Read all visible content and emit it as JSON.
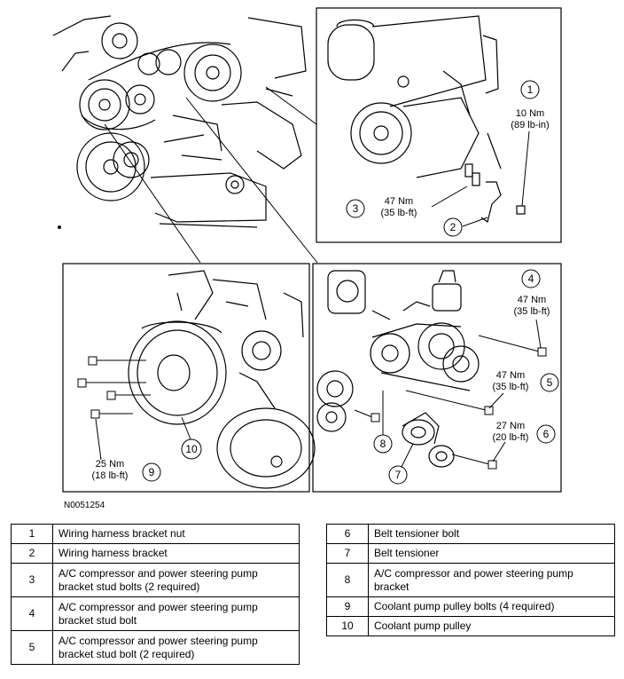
{
  "figure_code": "N0051254",
  "callouts": [
    {
      "num": "1",
      "torque_nm": "10 Nm",
      "torque_imp": "(89 lb-in)"
    },
    {
      "num": "3",
      "torque_nm": "47 Nm",
      "torque_imp": "(35 lb-ft)"
    },
    {
      "num": "2"
    },
    {
      "num": "4",
      "torque_nm": "47 Nm",
      "torque_imp": "(35 lb-ft)"
    },
    {
      "num": "5",
      "torque_nm": "47 Nm",
      "torque_imp": "(35 lb-ft)"
    },
    {
      "num": "6",
      "torque_nm": "27 Nm",
      "torque_imp": "(20 lb-ft)"
    },
    {
      "num": "7"
    },
    {
      "num": "8"
    },
    {
      "num": "9",
      "torque_nm": "25 Nm",
      "torque_imp": "(18 lb-ft)"
    },
    {
      "num": "10"
    }
  ],
  "legend_left": [
    {
      "num": "1",
      "desc": "Wiring harness bracket nut"
    },
    {
      "num": "2",
      "desc": "Wiring harness bracket"
    },
    {
      "num": "3",
      "desc": "A/C compressor and power steering pump bracket stud bolts (2 required)"
    },
    {
      "num": "4",
      "desc": "A/C compressor and power steering pump bracket stud bolt"
    },
    {
      "num": "5",
      "desc": "A/C compressor and power steering pump bracket stud bolt (2 required)"
    }
  ],
  "legend_right": [
    {
      "num": "6",
      "desc": "Belt tensioner bolt"
    },
    {
      "num": "7",
      "desc": "Belt tensioner"
    },
    {
      "num": "8",
      "desc": "A/C compressor and power steering pump bracket"
    },
    {
      "num": "9",
      "desc": "Coolant pump pulley bolts (4 required)"
    },
    {
      "num": "10",
      "desc": "Coolant pump pulley"
    }
  ]
}
